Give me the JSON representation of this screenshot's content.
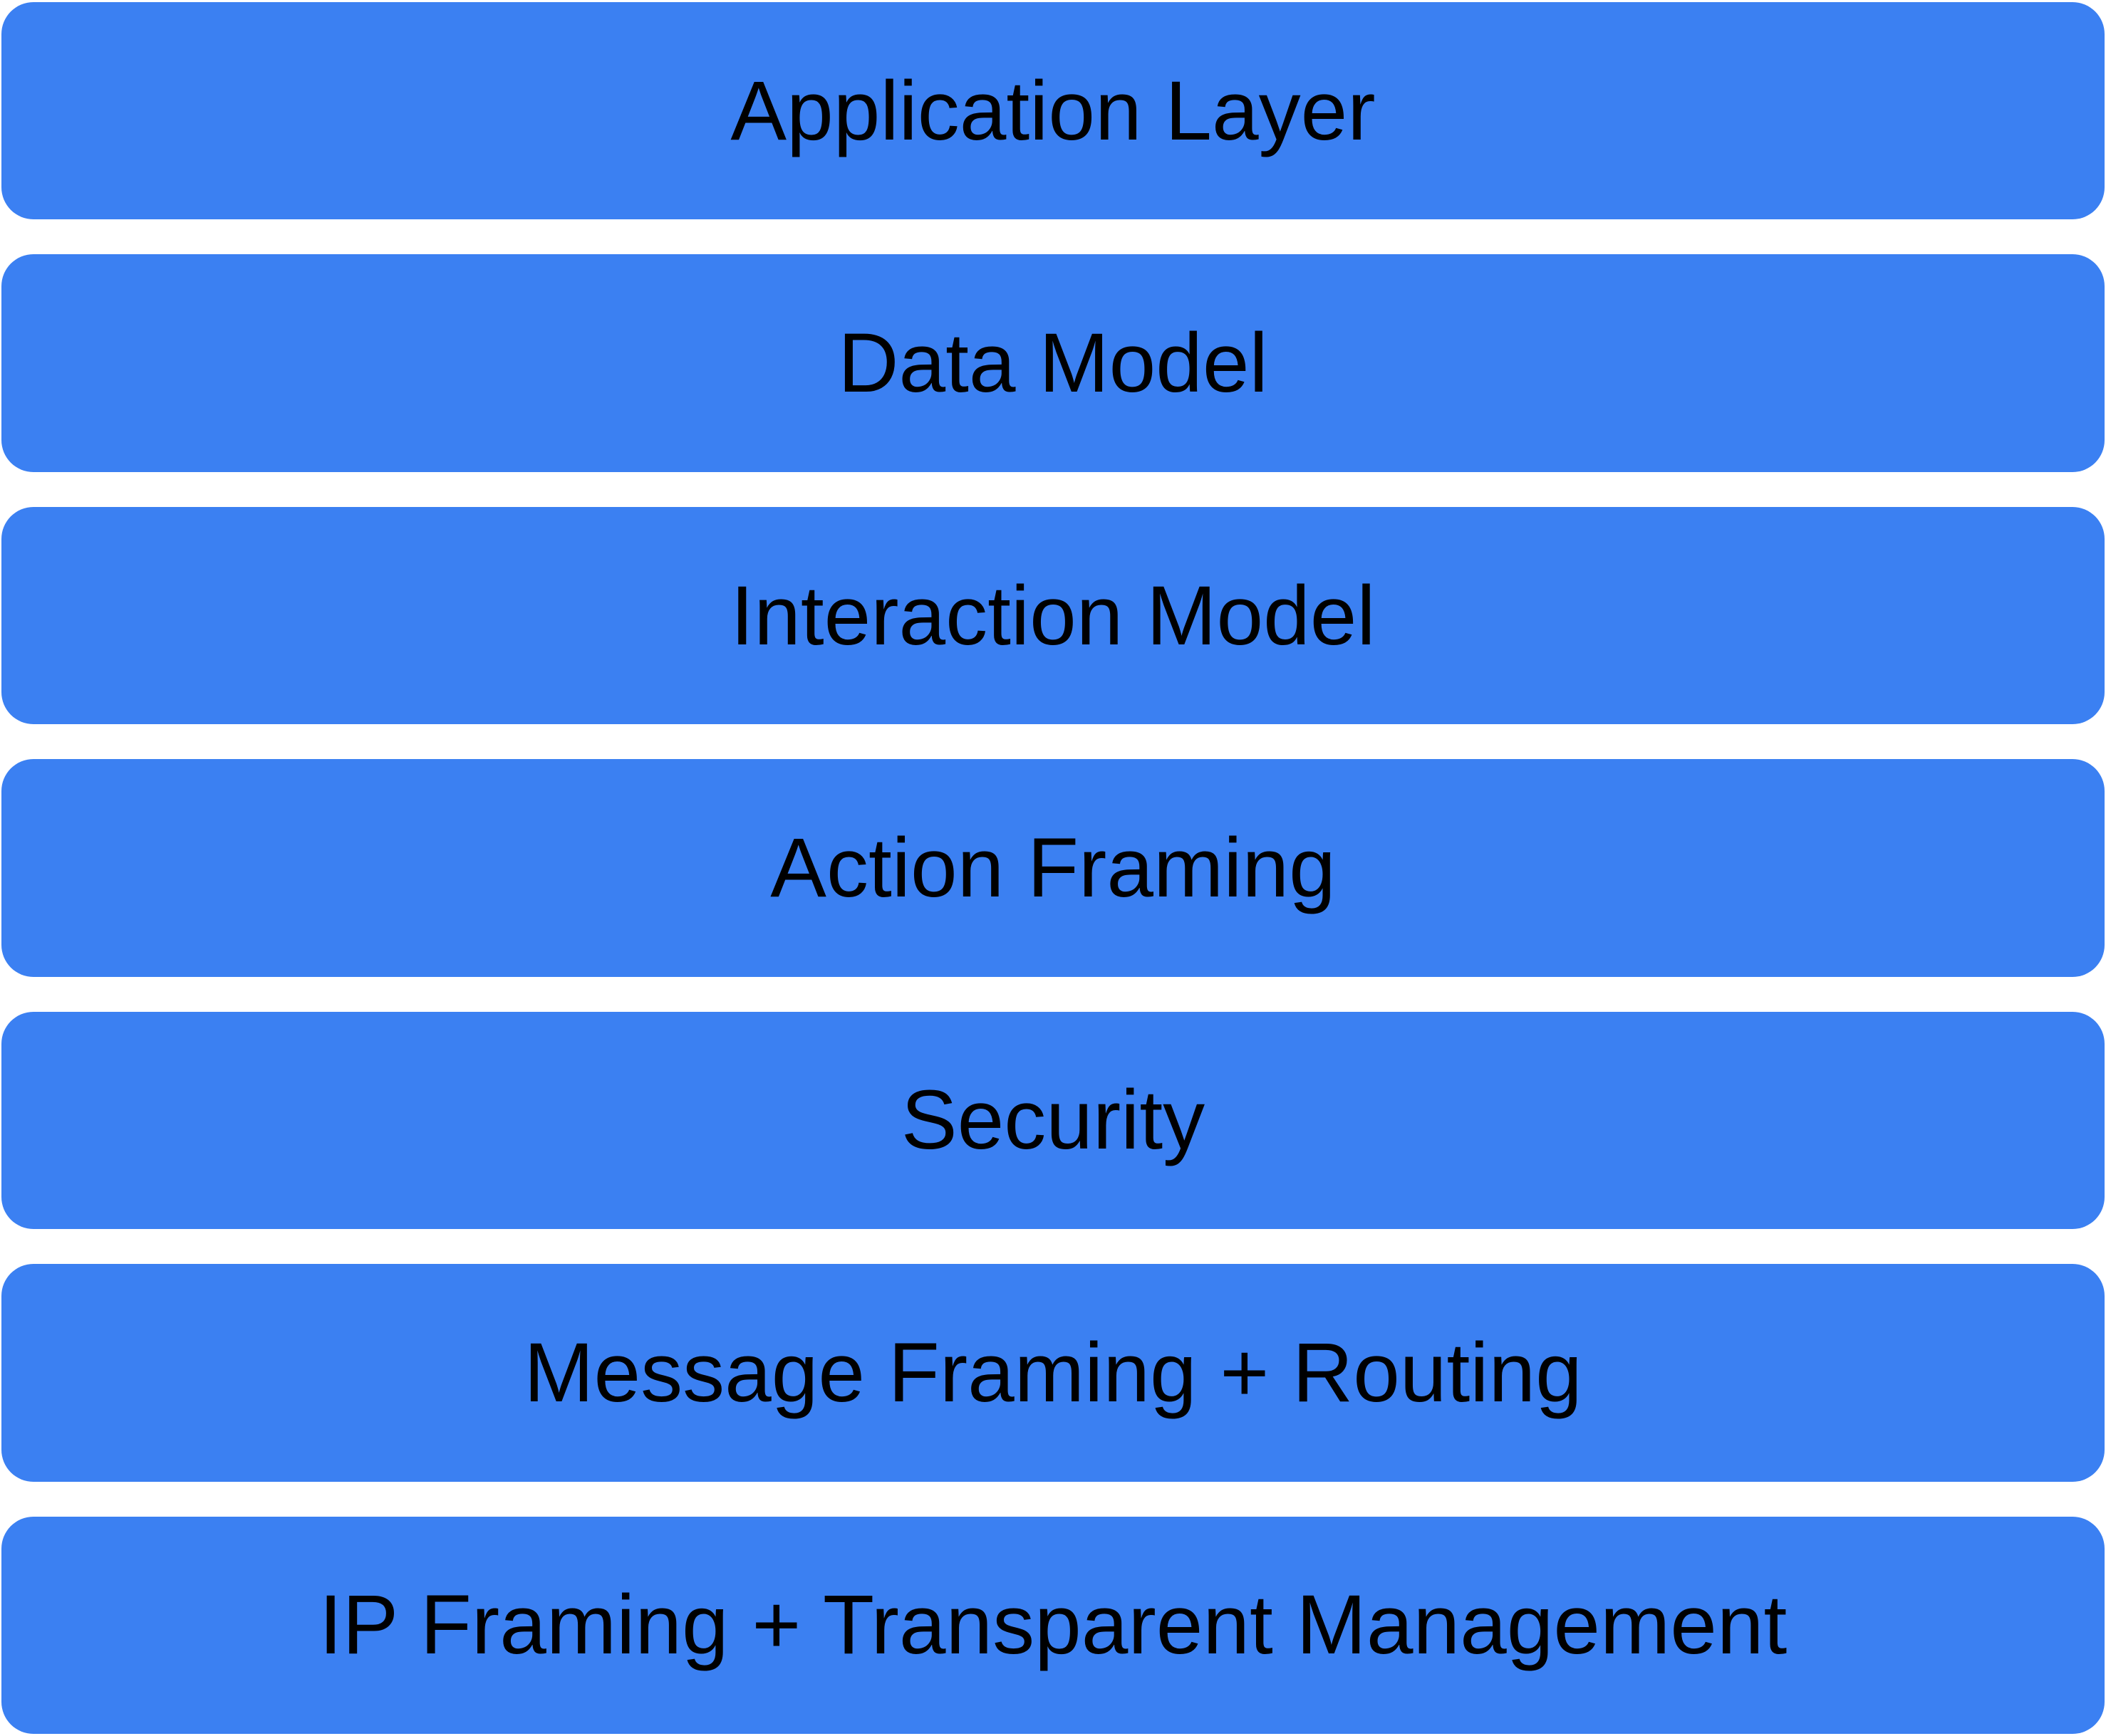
{
  "diagram": {
    "type": "layered-stack",
    "layers": [
      {
        "label": "Application Layer"
      },
      {
        "label": "Data Model"
      },
      {
        "label": "Interaction Model"
      },
      {
        "label": "Action Framing"
      },
      {
        "label": "Security"
      },
      {
        "label": "Message Framing + Routing"
      },
      {
        "label": "IP Framing + Transparent Management"
      }
    ],
    "colors": {
      "layer_fill": "#3b80f2",
      "label_text": "#000000",
      "background": "#ffffff"
    }
  }
}
